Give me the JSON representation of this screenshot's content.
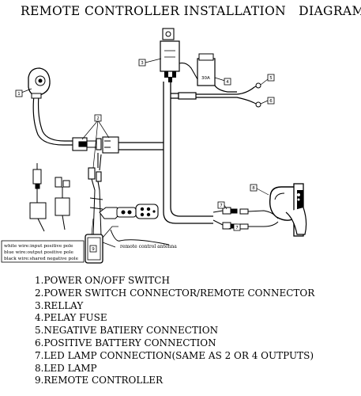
{
  "title": "REMOTE CONTROLLER INSTALLATION   DIAGRAM",
  "callouts": [
    "1",
    "2",
    "3",
    "4",
    "5",
    "6",
    "7",
    "8",
    "9"
  ],
  "fuse_label": "30A",
  "wire_notes": [
    "white wire:input positive pole",
    "blue wire:output positive pole",
    "black wire:shared negative pole"
  ],
  "antenna_label": "remote control antenna",
  "legend": [
    "1.POWER ON/OFF SWITCH",
    "2.POWER SWITCH CONNECTOR/REMOTE CONNECTOR",
    "3.RELLAY",
    "4.PELAY FUSE",
    "5.NEGATIVE BATIERY CONNECTION",
    "6.POSITIVE BATTERY CONNECTION",
    "7.LED LAMP CONNECTION(SAME AS 2 OR 4 OUTPUTS)",
    "8.LED LAMP",
    "9.REMOTE CONTROLLER"
  ]
}
